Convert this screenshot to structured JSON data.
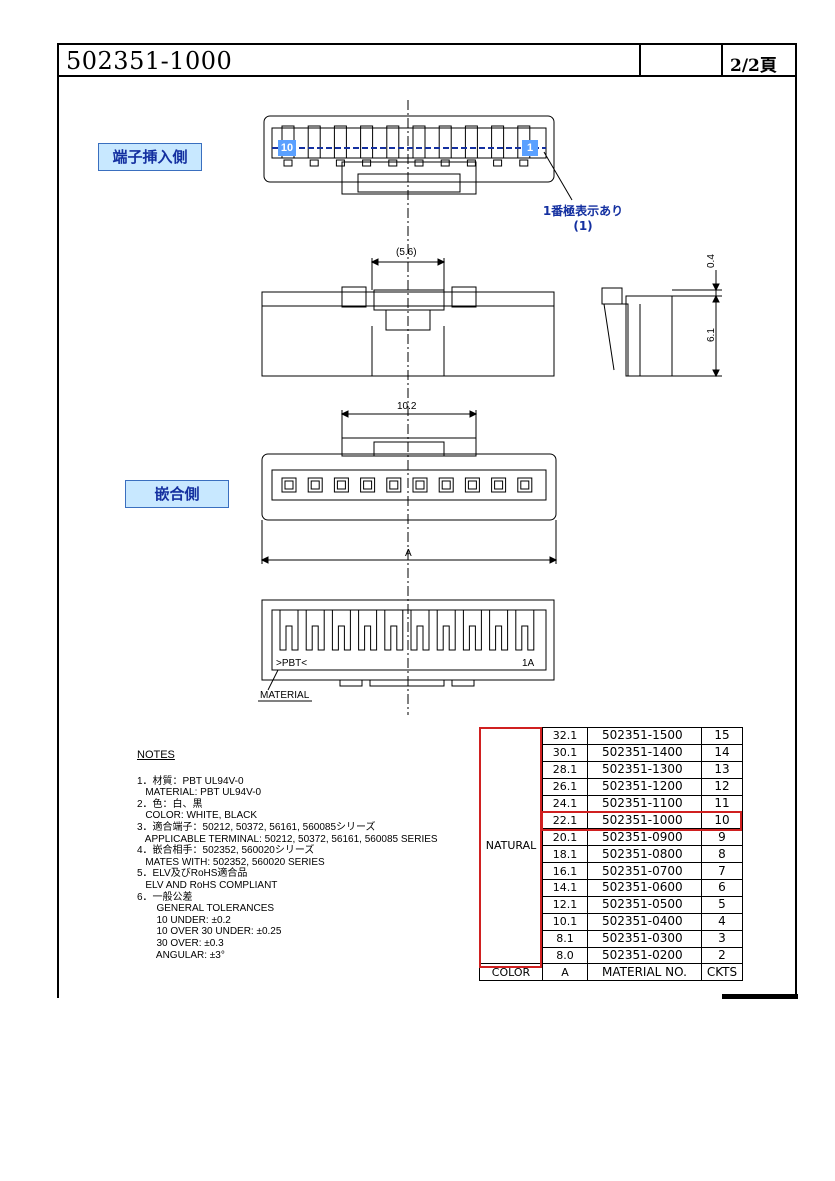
{
  "header": {
    "title": "502351-1000",
    "page": "2/2頁"
  },
  "views": {
    "insert_side_label": "端子挿入側",
    "mating_side_label": "嵌合側",
    "pin_mark_note_1": "1番極表示あり",
    "pin_mark_note_2": "(1)",
    "pin_left": "10",
    "pin_right": "1",
    "dim_56": "(5.6)",
    "dim_04": "0.4",
    "dim_61": "6.1",
    "dim_102": "10.2",
    "dim_A": "A",
    "pbt_mark": ">PBT<",
    "pin_1a": "1A",
    "material_label": "MATERIAL"
  },
  "notes": {
    "heading": "NOTES",
    "lines": [
      "1．材質：PBT UL94V-0",
      "   MATERIAL: PBT UL94V-0",
      "2．色：白、黒",
      "   COLOR: WHITE, BLACK",
      "3．適合端子：50212, 50372, 56161, 560085シリーズ",
      "   APPLICABLE TERMINAL: 50212, 50372, 56161, 560085 SERIES",
      "4．嵌合相手：502352, 560020シリーズ",
      "   MATES WITH: 502352, 560020 SERIES",
      "5．ELV及びRoHS適合品",
      "   ELV AND RoHS COMPLIANT",
      "6．一般公差",
      "       GENERAL TOLERANCES",
      "       10 UNDER: ±0.2",
      "       10 OVER 30 UNDER: ±0.25",
      "       30 OVER: ±0.3",
      "       ANGULAR: ±3°"
    ]
  },
  "table": {
    "color_value": "NATURAL",
    "header": {
      "color": "COLOR",
      "a": "A",
      "material": "MATERIAL NO.",
      "ckts": "CKTS"
    },
    "rows": [
      {
        "a": "32.1",
        "material": "502351-1500",
        "ckts": "15"
      },
      {
        "a": "30.1",
        "material": "502351-1400",
        "ckts": "14"
      },
      {
        "a": "28.1",
        "material": "502351-1300",
        "ckts": "13"
      },
      {
        "a": "26.1",
        "material": "502351-1200",
        "ckts": "12"
      },
      {
        "a": "24.1",
        "material": "502351-1100",
        "ckts": "11"
      },
      {
        "a": "22.1",
        "material": "502351-1000",
        "ckts": "10"
      },
      {
        "a": "20.1",
        "material": "502351-0900",
        "ckts": "9"
      },
      {
        "a": "18.1",
        "material": "502351-0800",
        "ckts": "8"
      },
      {
        "a": "16.1",
        "material": "502351-0700",
        "ckts": "7"
      },
      {
        "a": "14.1",
        "material": "502351-0600",
        "ckts": "6"
      },
      {
        "a": "12.1",
        "material": "502351-0500",
        "ckts": "5"
      },
      {
        "a": "10.1",
        "material": "502351-0400",
        "ckts": "4"
      },
      {
        "a": "8.1",
        "material": "502351-0300",
        "ckts": "3"
      },
      {
        "a": "8.0",
        "material": "502351-0200",
        "ckts": "2"
      }
    ]
  },
  "colors": {
    "highlight_red": "#d02020",
    "label_fill": "#c8e8ff",
    "label_text": "#1430a0"
  }
}
